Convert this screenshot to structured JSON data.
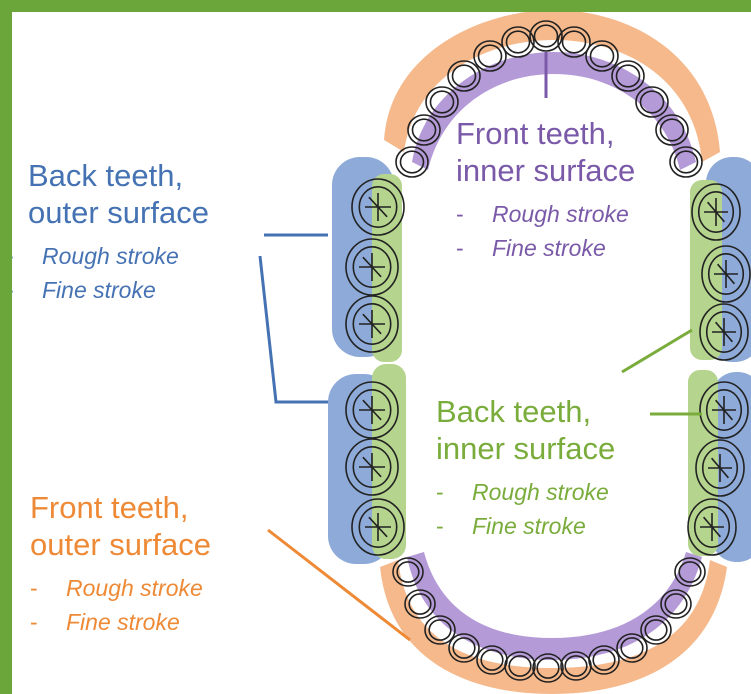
{
  "labels": {
    "front_inner": {
      "title_line1": "Front teeth,",
      "title_line2": "inner surface",
      "bullets": [
        "Rough stroke",
        "Fine stroke"
      ],
      "color": "#7a5aa8"
    },
    "back_outer": {
      "title_line1": "Back teeth,",
      "title_line2": "outer surface",
      "bullets": [
        "Rough stroke",
        "Fine stroke"
      ],
      "color": "#4572b3"
    },
    "back_inner": {
      "title_line1": "Back teeth,",
      "title_line2": "inner surface",
      "bullets": [
        "Rough stroke",
        "Fine stroke"
      ],
      "color": "#7aac3c"
    },
    "front_outer": {
      "title_line1": "Front teeth,",
      "title_line2": "outer surface",
      "bullets": [
        "Rough stroke",
        "Fine stroke"
      ],
      "color": "#ee8a36"
    }
  },
  "bullet_marker": "-",
  "colors": {
    "frame": "#6aa63a",
    "front_outer": "#f5b98c",
    "front_inner": "#b59ad8",
    "back_outer": "#8eaad8",
    "back_inner": "#b5d48e",
    "tooth_outline": "#222222"
  }
}
